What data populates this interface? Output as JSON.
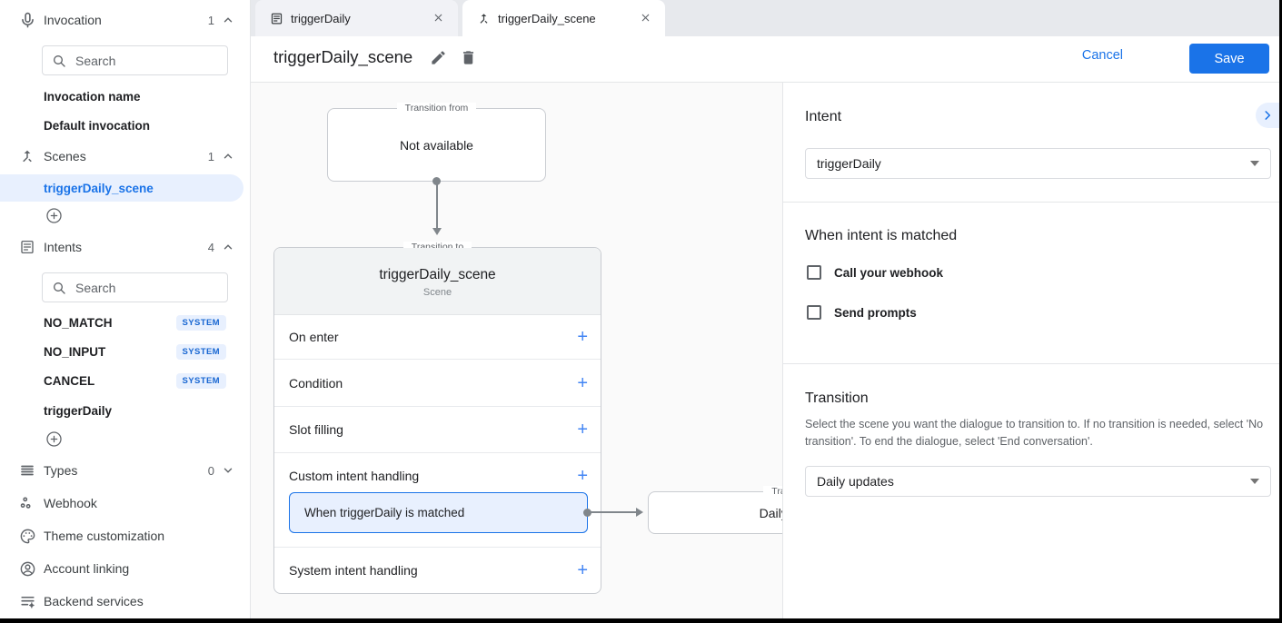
{
  "colors": {
    "accent": "#1a73e8",
    "selected_bg": "#e8f0fe",
    "badge_text": "#1967d2",
    "canvas_bg": "#fafafa"
  },
  "sidebar": {
    "invocation": {
      "label": "Invocation",
      "count": "1"
    },
    "search_placeholder": "Search",
    "invocation_items": [
      {
        "label": "Invocation name"
      },
      {
        "label": "Default invocation"
      }
    ],
    "scenes": {
      "label": "Scenes",
      "count": "1"
    },
    "scene_selected": {
      "label": "triggerDaily_scene"
    },
    "intents": {
      "label": "Intents",
      "count": "4"
    },
    "intent_items": [
      {
        "label": "NO_MATCH",
        "badge": "SYSTEM"
      },
      {
        "label": "NO_INPUT",
        "badge": "SYSTEM"
      },
      {
        "label": "CANCEL",
        "badge": "SYSTEM"
      },
      {
        "label": "triggerDaily",
        "badge": ""
      }
    ],
    "types": {
      "label": "Types",
      "count": "0"
    },
    "links": [
      {
        "label": "Webhook"
      },
      {
        "label": "Theme customization"
      },
      {
        "label": "Account linking"
      },
      {
        "label": "Backend services"
      }
    ]
  },
  "tabs": [
    {
      "label": "triggerDaily"
    },
    {
      "label": "triggerDaily_scene"
    }
  ],
  "header": {
    "title": "triggerDaily_scene",
    "cancel_label": "Cancel",
    "save_label": "Save"
  },
  "canvas": {
    "transition_from": {
      "legend": "Transition from",
      "text": "Not available"
    },
    "scene_card": {
      "legend": "Transition to",
      "title": "triggerDaily_scene",
      "subtitle": "Scene",
      "add_glyph": "+",
      "rows": [
        "On enter",
        "Condition",
        "Slot filling",
        "Custom intent handling",
        "System intent handling"
      ],
      "selected_handler": "When triggerDaily is matched"
    },
    "next_card": {
      "legend": "Transition to",
      "text": "Daily updates"
    }
  },
  "panel": {
    "intent": {
      "heading": "Intent",
      "value": "triggerDaily"
    },
    "matched": {
      "heading": "When intent is matched",
      "checkboxes": [
        {
          "label": "Call your webhook"
        },
        {
          "label": "Send prompts"
        }
      ]
    },
    "transition": {
      "heading": "Transition",
      "description": "Select the scene you want the dialogue to transition to. If no transition is needed, select 'No transition'. To end the dialogue, select 'End conversation'.",
      "value": "Daily updates"
    }
  }
}
